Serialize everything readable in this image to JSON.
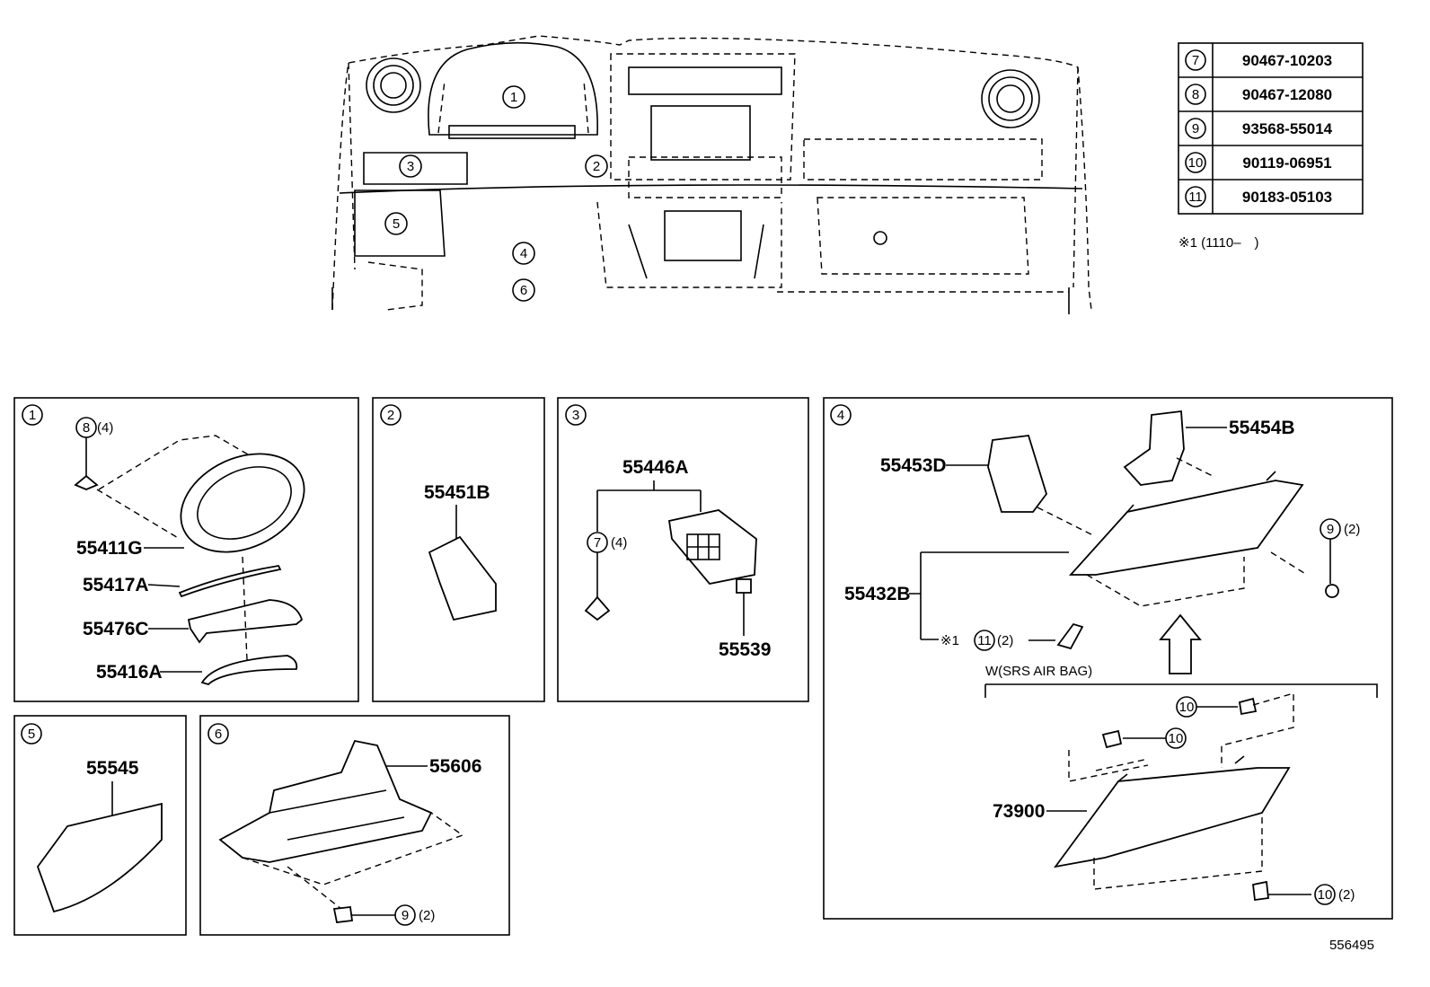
{
  "callouts_top": [
    "1",
    "2",
    "3",
    "4",
    "5",
    "6"
  ],
  "table": {
    "rows": [
      {
        "key": "7",
        "part": "90467-10203"
      },
      {
        "key": "8",
        "part": "90467-12080"
      },
      {
        "key": "9",
        "part": "93568-55014"
      },
      {
        "key": "10",
        "part": "90119-06951"
      },
      {
        "key": "11",
        "part": "90183-05103"
      }
    ],
    "note": "※1 (1110–　)"
  },
  "panel1": {
    "badge": "1",
    "clip_ref": "8",
    "clip_qty": "(4)",
    "parts": [
      "55411G",
      "55417A",
      "55476C",
      "55416A"
    ]
  },
  "panel2": {
    "badge": "2",
    "parts": [
      "55451B"
    ]
  },
  "panel3": {
    "badge": "3",
    "parts": [
      "55446A",
      "55539"
    ],
    "clip_ref": "7",
    "clip_qty": "(4)"
  },
  "panel4": {
    "badge": "4",
    "parts": [
      "55453D",
      "55454B",
      "55432B",
      "73900"
    ],
    "screw_ref": "9",
    "screw_qty": "(2)",
    "note_mark": "※1",
    "note_ref": "11",
    "note_qty": "(2)",
    "variant": "W(SRS AIR BAG)",
    "bolt_ref": "10",
    "bolt_qty": "(2)"
  },
  "panel5": {
    "badge": "5",
    "parts": [
      "55545"
    ]
  },
  "panel6": {
    "badge": "6",
    "parts": [
      "55606"
    ],
    "screw_ref": "9",
    "screw_qty": "(2)"
  },
  "figure_id": "556495"
}
